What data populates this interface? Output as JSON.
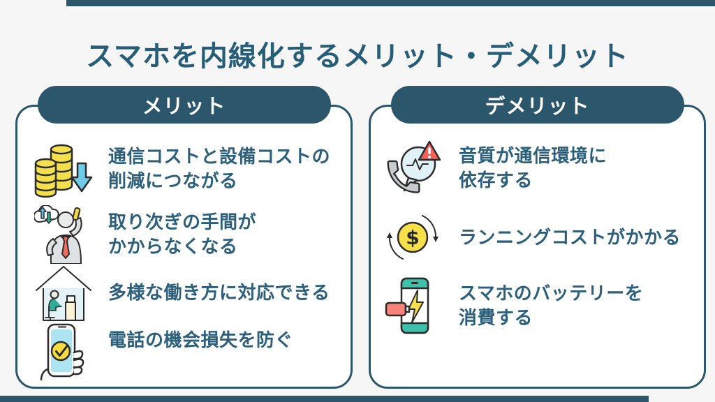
{
  "title": "スマホを内線化するメリット・デメリット",
  "colors": {
    "accent": "#2c566b",
    "background": "#f6f6f6",
    "panel_fill": "#ffffff",
    "header_text": "#ffffff",
    "body_text": "#2b5f7c",
    "coin_yellow": "#f3e04c",
    "arrow_blue": "#70cbe9",
    "alert_red": "#f3635a",
    "tie_red": "#f26b61",
    "teal": "#3fc0ab",
    "battery_red": "#f8837a",
    "bubble_blue": "#e1f1f8",
    "gray": "#c9ccce"
  },
  "panels": [
    {
      "header": "メリット",
      "items": [
        {
          "icon": "coins-cost-down-icon",
          "lines": [
            "通信コストと設備コストの",
            "削減につながる"
          ]
        },
        {
          "icon": "call-transfer-person-icon",
          "lines": [
            "取り次ぎの手間が",
            "かからなくなる"
          ]
        },
        {
          "icon": "work-from-home-icon",
          "lines": [
            "多様な働き方に対応できる"
          ]
        },
        {
          "icon": "phone-opportunity-check-icon",
          "lines": [
            "電話の機会損失を防ぐ"
          ]
        }
      ]
    },
    {
      "header": "デメリット",
      "items": [
        {
          "icon": "call-quality-warning-icon",
          "lines": [
            "音質が通信環境に",
            "依存する"
          ]
        },
        {
          "icon": "running-cost-icon",
          "lines": [
            "ランニングコストがかかる"
          ]
        },
        {
          "icon": "battery-drain-icon",
          "lines": [
            "スマホのバッテリーを",
            "消費する"
          ]
        }
      ]
    }
  ]
}
